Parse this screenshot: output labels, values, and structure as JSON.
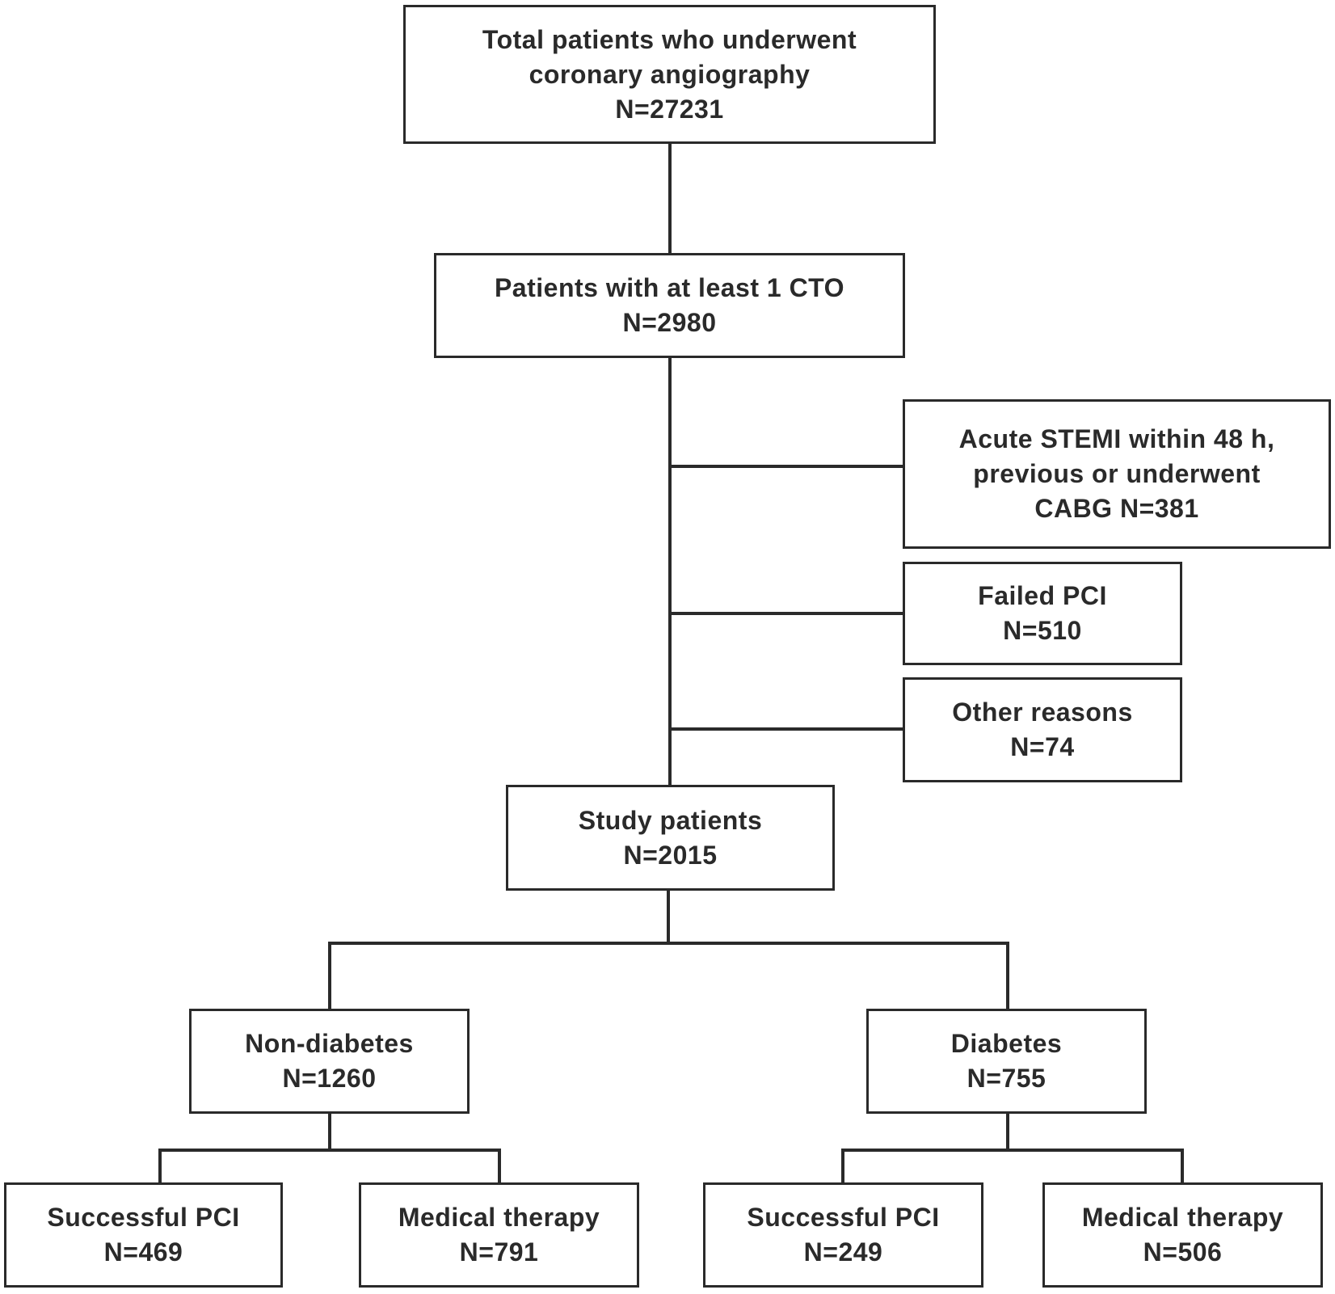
{
  "flowchart": {
    "total": {
      "lines": [
        "Total patients who underwent",
        "coronary angiography",
        "N=27231"
      ]
    },
    "cto": {
      "lines": [
        "Patients with at least 1 CTO",
        "N=2980"
      ]
    },
    "excl_stemi": {
      "lines": [
        "Acute STEMI within 48 h,",
        "previous or underwent",
        "CABG N=381"
      ]
    },
    "excl_failed": {
      "lines": [
        "Failed PCI",
        "N=510"
      ]
    },
    "excl_other": {
      "lines": [
        "Other reasons",
        "N=74"
      ]
    },
    "study": {
      "lines": [
        "Study patients",
        "N=2015"
      ]
    },
    "nondiabetes": {
      "lines": [
        "Non-diabetes",
        "N=1260"
      ]
    },
    "diabetes": {
      "lines": [
        "Diabetes",
        "N=755"
      ]
    },
    "nd_pci": {
      "lines": [
        "Successful PCI",
        "N=469"
      ]
    },
    "nd_med": {
      "lines": [
        "Medical therapy",
        "N=791"
      ]
    },
    "d_pci": {
      "lines": [
        "Successful PCI",
        "N=249"
      ]
    },
    "d_med": {
      "lines": [
        "Medical therapy",
        "N=506"
      ]
    }
  },
  "colors": {
    "stroke": "#2a2a2a",
    "background": "#ffffff"
  }
}
